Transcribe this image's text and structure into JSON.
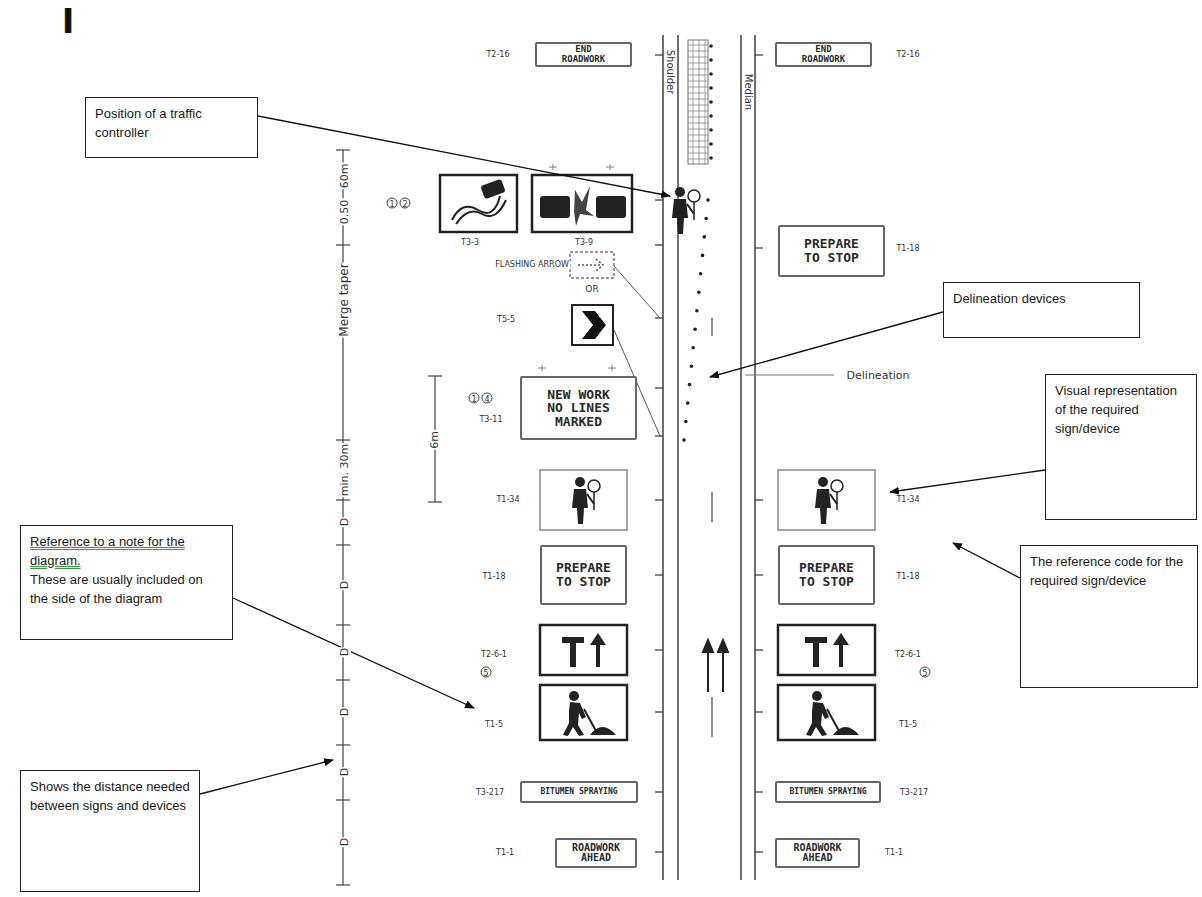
{
  "diagram": {
    "nodes": [
      {
        "text": [
          "END ROADWORK"
        ]
      },
      {
        "text": [
          "END ROADWORK"
        ]
      },
      {
        "text": [
          "Position of a traffic controller"
        ]
      },
      {
        "text": [
          "PREPARE TO STOP"
        ]
      },
      {
        "text": [
          "Delineation devices"
        ]
      },
      {
        "text": [
          "NEW WORK NO LINES MARKED"
        ]
      },
      {
        "text": [
          "Visual representation of the required sign/device"
        ]
      },
      {
        "text": [
          "Reference to a note for the diagram.",
          "These are usually included on the side of the diagram"
        ]
      },
      {
        "text": [
          "PREPARE TO STOP"
        ]
      },
      {
        "text": [
          "PREPARE TO STOP"
        ]
      },
      {
        "text": [
          "The reference code for the required sign/device"
        ]
      },
      {
        "text": [
          "BITUMEN SPRAYING"
        ]
      },
      {
        "text": [
          "BITUMEN SPRAYING"
        ]
      },
      {
        "text": [
          "Shows the distance needed between signs and devices"
        ]
      },
      {
        "text": [
          "ROADWORK AHEAD"
        ]
      },
      {
        "text": [
          "ROADWORK AHEAD"
        ]
      }
    ],
    "labels": [
      "I",
      "T2-16",
      "T2-16",
      "Shoulder",
      "Median",
      "60m",
      "0.50",
      "1",
      "2",
      "T3-3",
      "T3-9",
      "T1-18",
      "FLASHING ARROW",
      "OR",
      "T5-5",
      "Merge taper",
      "Delineation",
      "1",
      "4",
      "T3-11",
      "6m",
      "min. 30m",
      "T1-34",
      "T1-34",
      "D",
      "T1-18",
      "T1-18",
      "D",
      "T2-6-1",
      "T2-6-1",
      "5",
      "5",
      "D",
      "T1-5",
      "T1-5",
      "D",
      "T3-217",
      "T3-217",
      "D",
      "T1-1",
      "T1-1",
      "D"
    ]
  }
}
